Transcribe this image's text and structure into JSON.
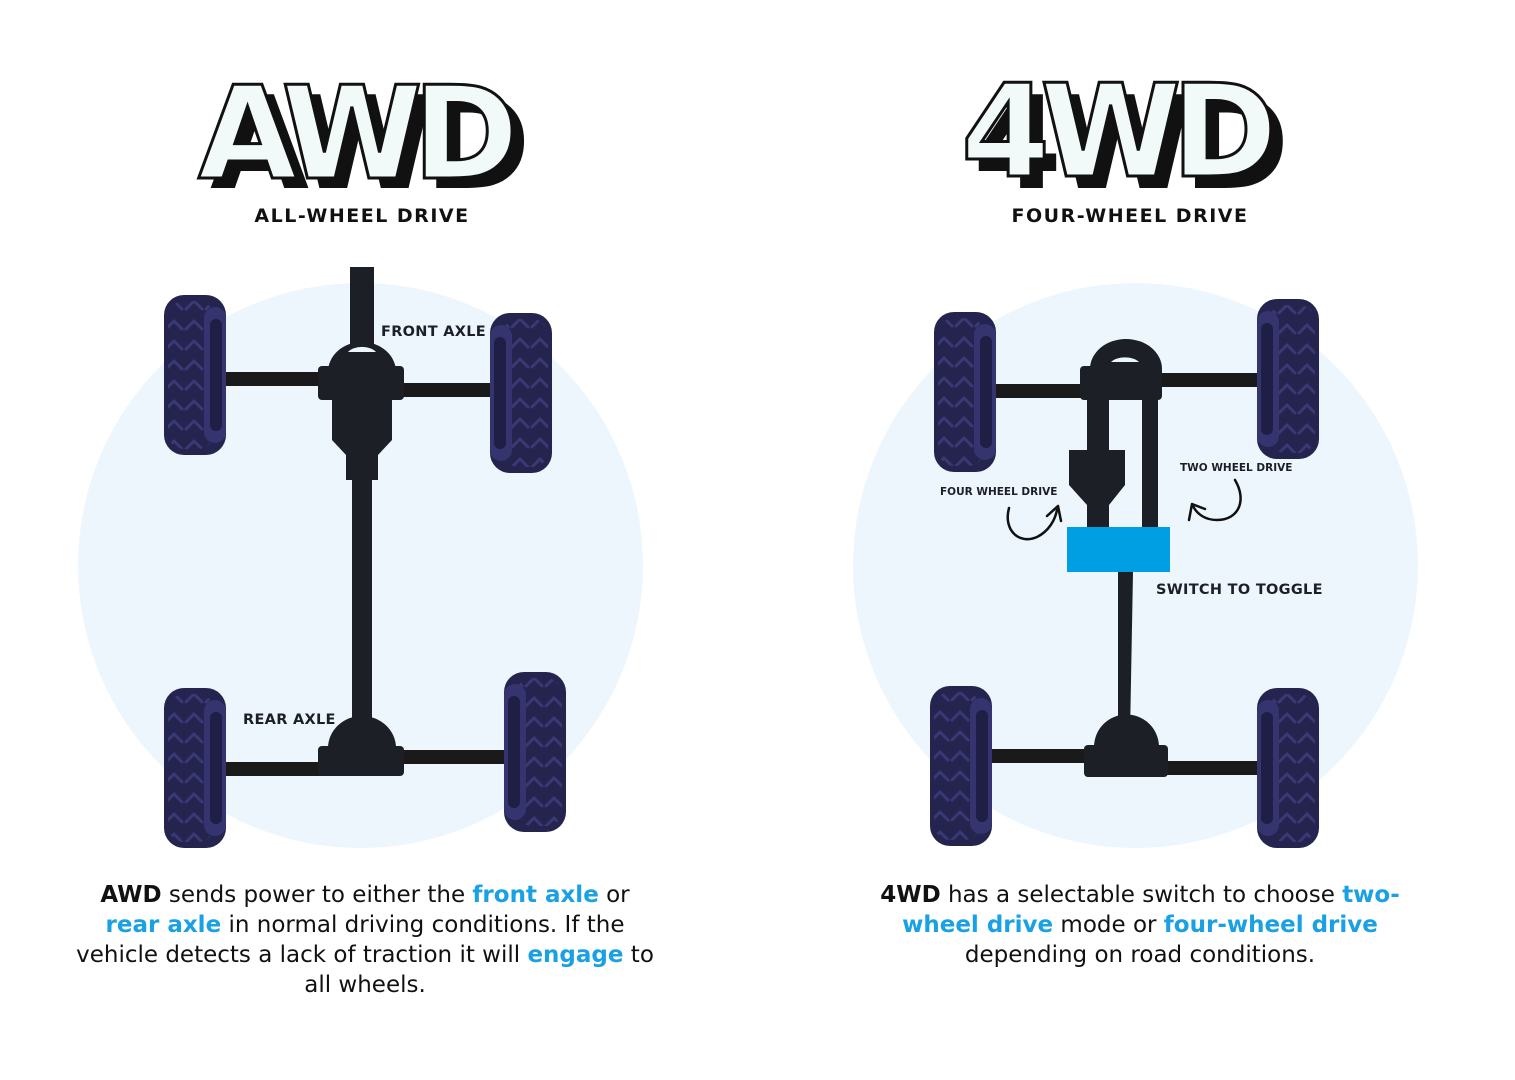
{
  "colors": {
    "accent": "#1aa1e3",
    "switch": "#009fe3",
    "tire": "#28275a",
    "chassis": "#1c1f26",
    "circle_bg": "#eef6fd",
    "logo_fill": "#f1f9f9",
    "logo_shadow": "#111111"
  },
  "awd": {
    "logo": "AWD",
    "subtitle": "ALL-WHEEL DRIVE",
    "labels": {
      "front_axle": "FRONT AXLE",
      "rear_axle": "REAR AXLE"
    },
    "description": {
      "lead": "AWD",
      "t1": " sends power to either the ",
      "h1": "front axle",
      "t2": " or ",
      "h2": "rear axle",
      "t3": " in normal driving conditions. If the vehicle detects a lack of traction it will ",
      "h3": "engage",
      "t4": " to all wheels."
    }
  },
  "fwd4": {
    "logo": "4WD",
    "subtitle": "FOUR-WHEEL DRIVE",
    "labels": {
      "four_wheel_drive": "FOUR WHEEL DRIVE",
      "two_wheel_drive": "TWO WHEEL DRIVE",
      "switch_to_toggle": "SWITCH TO TOGGLE"
    },
    "description": {
      "lead": "4WD",
      "t1": " has a selectable switch to choose ",
      "h1": "two-wheel drive",
      "t2": " mode or ",
      "h2": "four-wheel drive",
      "t3": " depending on road conditions."
    }
  }
}
